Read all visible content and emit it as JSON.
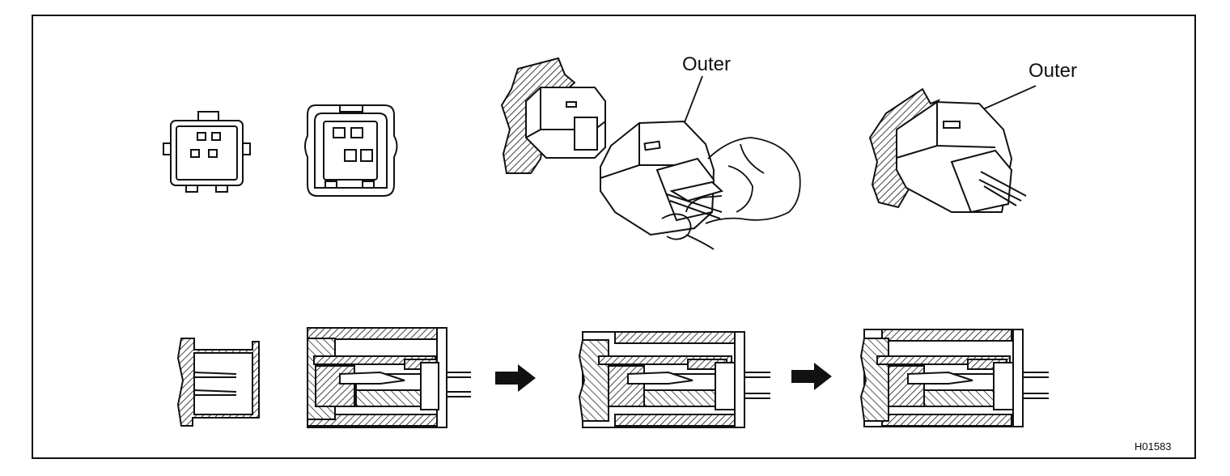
{
  "labels": {
    "outer_left": "Outer",
    "outer_right": "Outer",
    "figure_code": "H01583"
  }
}
